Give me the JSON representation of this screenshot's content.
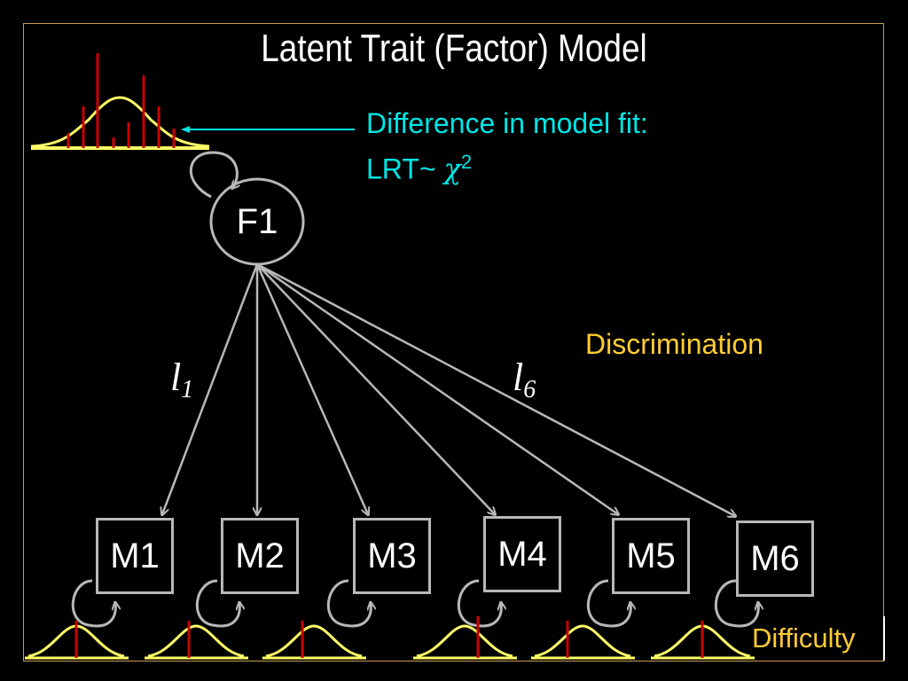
{
  "title": "Latent Trait (Factor) Model",
  "annotation": {
    "line1": "Difference in model fit:",
    "line2_prefix": "LRT~ ",
    "chi": "χ",
    "sup": "2"
  },
  "factor": {
    "label": "F1"
  },
  "loading_labels": [
    {
      "letter": "l",
      "sub": "1"
    },
    {
      "letter": "l",
      "sub": "6"
    }
  ],
  "discrimination": "Discrimination",
  "difficulty": "Difficulty",
  "indicators": [
    "M1",
    "M2",
    "M3",
    "M4",
    "M5",
    "M6"
  ],
  "colors": {
    "background": "#000000",
    "curve": "#ffff66",
    "bar": "#cc0000",
    "annotation": "#00e6e6",
    "label_gold": "#ffcc33",
    "lines": "#b8b8b8"
  }
}
